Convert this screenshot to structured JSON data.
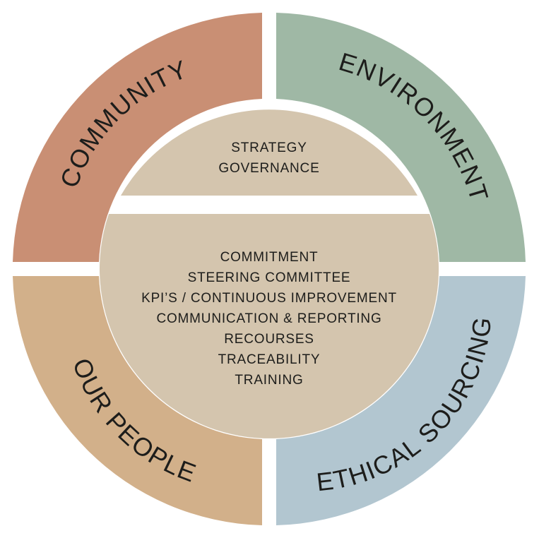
{
  "colors": {
    "community": "#c98f74",
    "environment": "#9fb8a5",
    "our_people": "#d2b08a",
    "ethical_sourcing": "#b2c6d0",
    "core": "#d4c5ae",
    "text": "#1d1d1b",
    "gap": "#ffffff"
  },
  "quadrants": {
    "community": "COMMUNITY",
    "environment": "ENVIRONMENT",
    "our_people": "OUR PEOPLE",
    "ethical_sourcing": "ETHICAL SOURCING"
  },
  "core_top": {
    "lines": [
      "STRATEGY",
      "GOVERNANCE"
    ]
  },
  "core_bottom": {
    "lines": [
      "COMMITMENT",
      "STEERING COMMITTEE",
      "KPI’S / CONTINUOUS IMPROVEMENT",
      "COMMUNICATION & REPORTING",
      "RECOURSES",
      "TRACEABILITY",
      "TRAINING"
    ]
  }
}
